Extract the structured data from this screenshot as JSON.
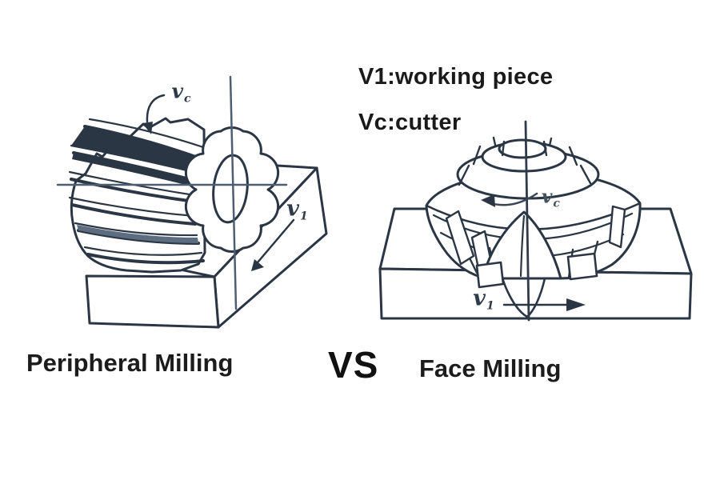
{
  "colors": {
    "background": "#ffffff",
    "line": "#2b3644",
    "centerline": "#4d5d72",
    "text": "#1a1a1a"
  },
  "legend": {
    "working_piece": "V1:working piece",
    "cutter": "Vc:cutter"
  },
  "left_diagram": {
    "caption": "Peripheral Milling",
    "cutter_velocity": {
      "base": "v",
      "sub": "c"
    },
    "feed_velocity": {
      "base": "v",
      "sub": "1"
    }
  },
  "right_diagram": {
    "caption": "Face Milling",
    "cutter_velocity": {
      "base": "v",
      "sub": "c"
    },
    "feed_velocity": {
      "base": "v",
      "sub": "1"
    }
  },
  "separator": {
    "label": "VS"
  }
}
